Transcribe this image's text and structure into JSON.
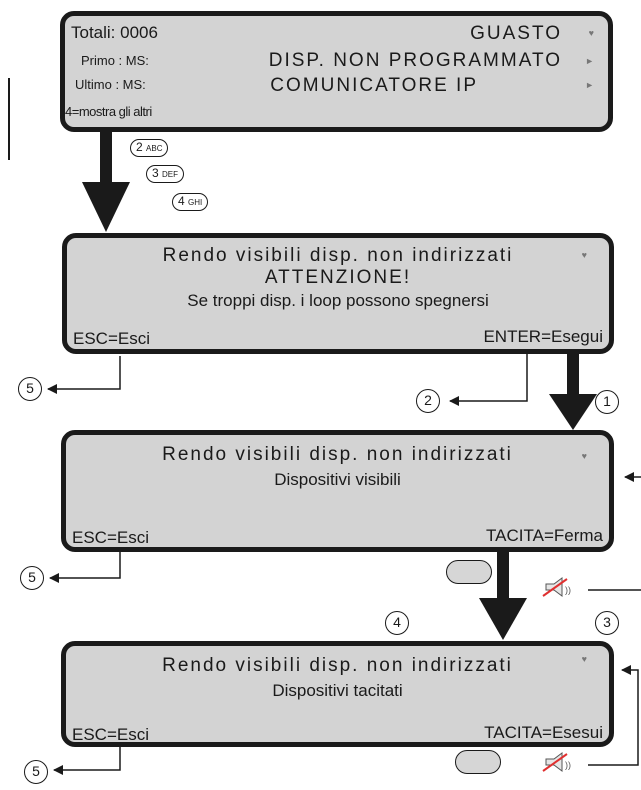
{
  "panel1": {
    "totals": "Totali: 0006",
    "type": "GUASTO",
    "first_label": "Primo : MS:",
    "first_value": "DISP. NON PROGRAMMATO",
    "last_label": "Ultimo : MS:",
    "last_value": "COMUNICATORE IP",
    "hint": "4=mostra gli altri",
    "glyphs": [
      "♥",
      "►",
      "►"
    ]
  },
  "keys": [
    {
      "digit": "2",
      "letters": "ABC"
    },
    {
      "digit": "3",
      "letters": "DEF"
    },
    {
      "digit": "4",
      "letters": "GHI"
    }
  ],
  "panel2": {
    "title": "Rendo visibili disp. non indirizzati",
    "warning": "ATTENZIONE!",
    "message": "Se troppi disp. i loop possono spegnersi",
    "left": "ESC=Esci",
    "right": "ENTER=Esegui",
    "glyph": "♥"
  },
  "panel3": {
    "title": "Rendo visibili disp. non indirizzati",
    "message": "Dispositivi visibili",
    "left": "ESC=Esci",
    "right": "TACITA=Ferma",
    "glyph": "♥"
  },
  "panel4": {
    "title": "Rendo visibili disp. non indirizzati",
    "message": "Dispositivi tacitati",
    "left": "ESC=Esci",
    "right": "TACITA=Esesui",
    "glyph": "♥"
  },
  "steps": {
    "one": "1",
    "two": "2",
    "three": "3",
    "four": "4",
    "five": "5"
  },
  "colors": {
    "lcd": "#d3d3d3",
    "border": "#1a1a1a",
    "mute_slash": "#e03030"
  }
}
